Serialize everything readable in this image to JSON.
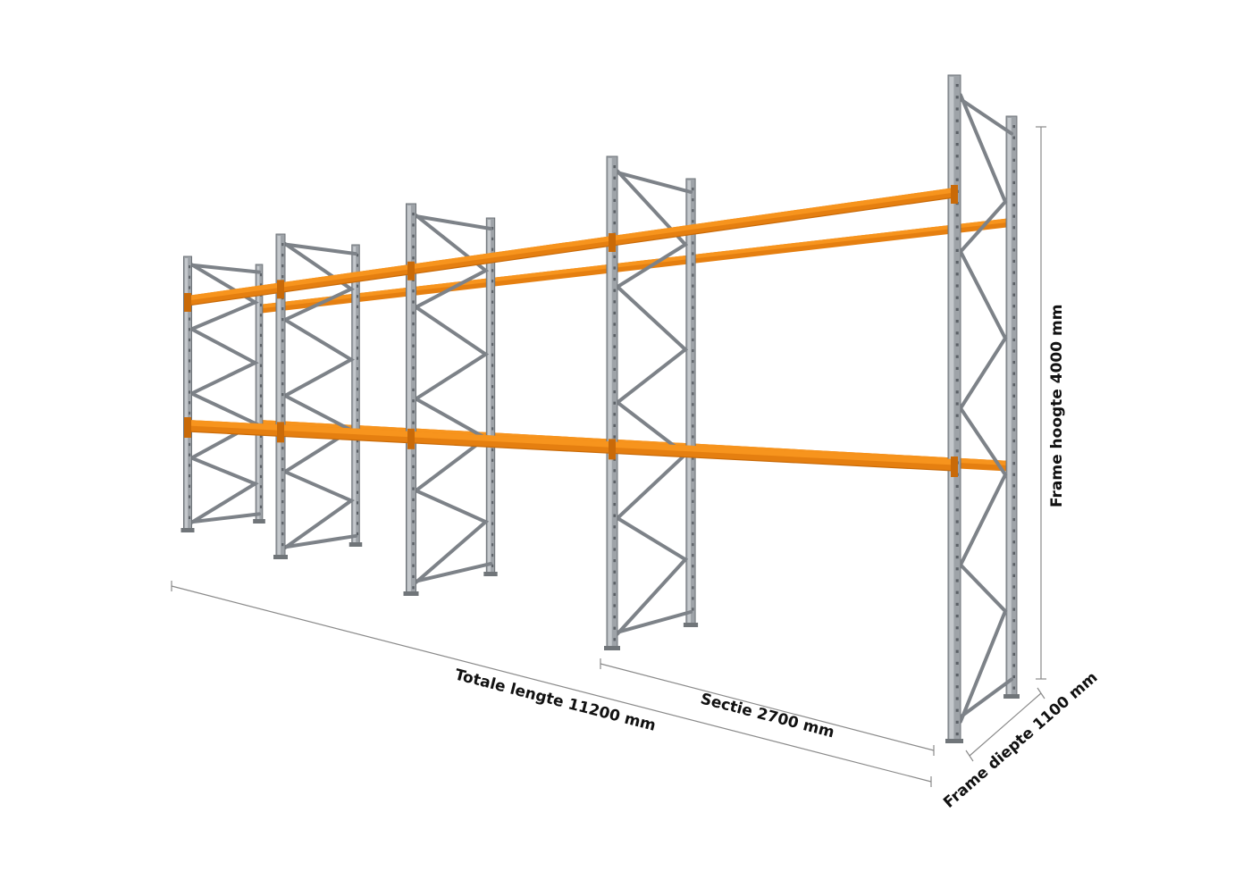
{
  "diagram": {
    "subject": "pallet-rack",
    "colors": {
      "beam": "#f7941d",
      "beam_dark": "#e57f10",
      "upright": "#9ea3a8",
      "upright_dark": "#6e7378",
      "dimension_line": "#8a8a8a",
      "label_text": "#111111",
      "background": "#ffffff"
    },
    "labels": {
      "total_length": "Totale lengte 11200 mm",
      "section": "Sectie 2700 mm",
      "frame_height": "Frame hoogte 4000 mm",
      "frame_depth": "Frame diepte 1100 mm"
    }
  }
}
